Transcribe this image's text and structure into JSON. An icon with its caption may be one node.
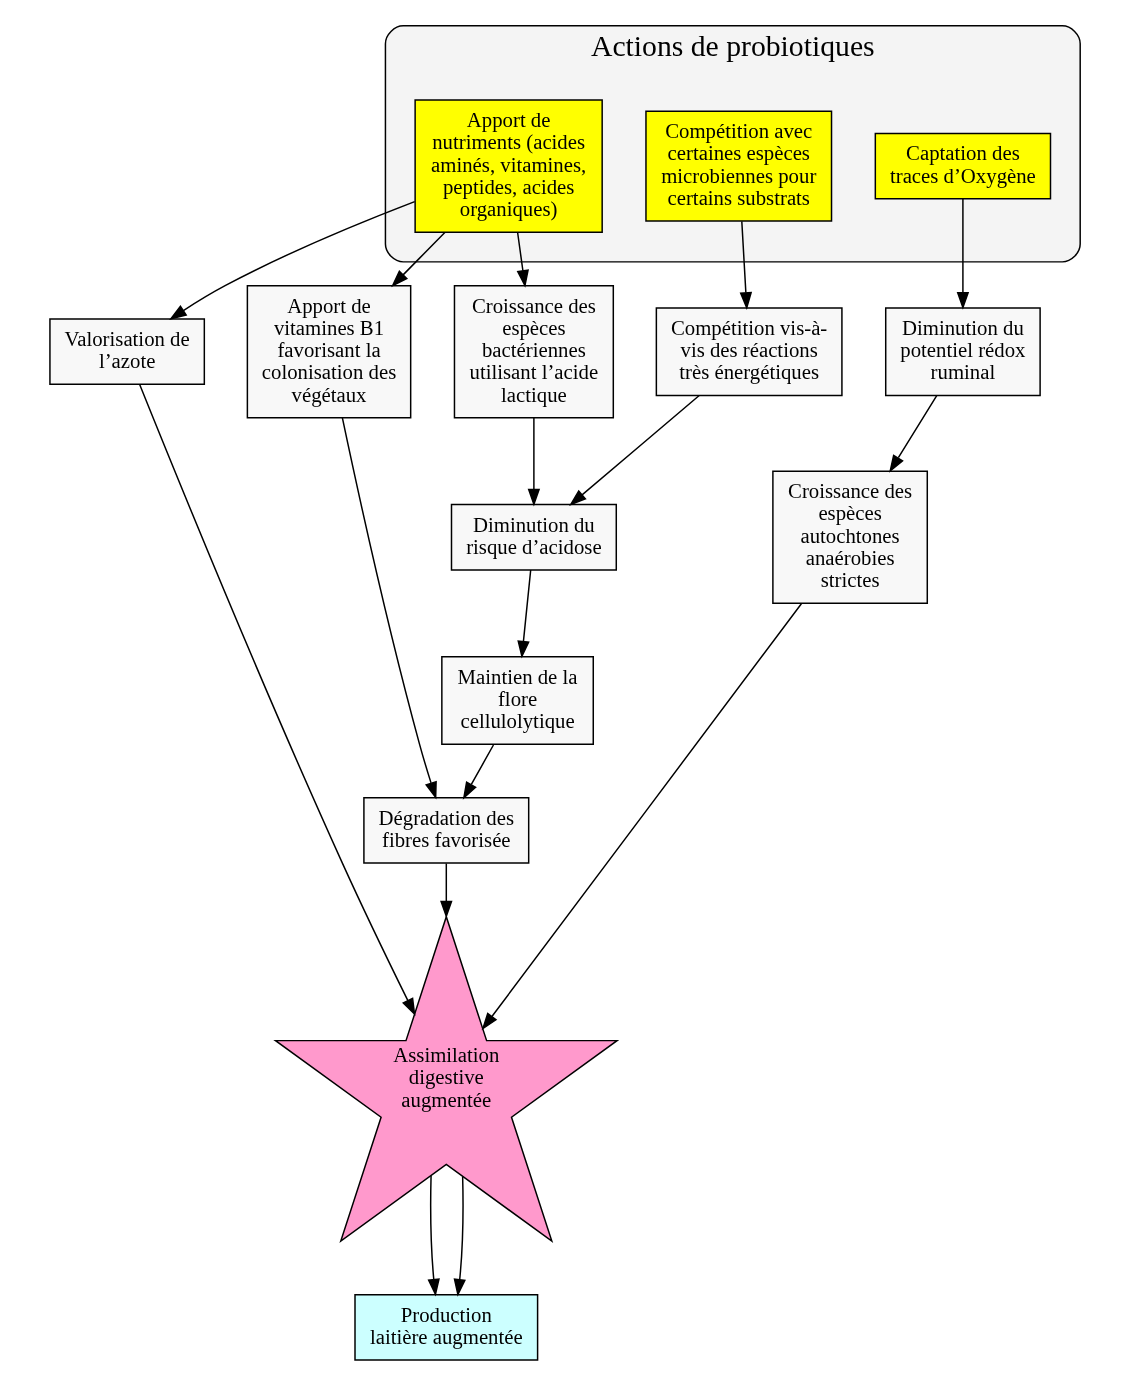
{
  "diagram": {
    "nodes": [
      {
        "text": [
          "Actions de probiotiques"
        ]
      },
      {
        "text": [
          "Compétition avec certaines espèces microbiennes pour certains substrats"
        ],
        "in": 0
      },
      {
        "text": [
          "Apport de nutriments (acides aminés, vitamines, peptides, acides organiques)"
        ],
        "in": 0
      },
      {
        "text": [
          "Captation des traces d’Oxygène"
        ],
        "in": 0
      },
      {
        "text": [
          "Compétition vis-à-vis des réactions très énergétiques"
        ]
      },
      {
        "text": [
          "Croissance des espèces bactériennes utilisant l’acide lactique"
        ]
      },
      {
        "text": [
          "Valorisation de l’azote"
        ]
      },
      {
        "text": [
          "Diminution du potentiel rédox ruminal"
        ]
      },
      {
        "text": [
          "Apport de vitamines B1 favorisant la colonisation des végétaux"
        ]
      },
      {
        "text": [
          "Diminution du risque d’acidose"
        ]
      },
      {
        "text": [
          "Croissance des espèces autochtones anaérobies strictes"
        ]
      },
      {
        "text": [
          "Dégradation des fibres favorisée"
        ]
      },
      {
        "text": [
          "Maintien de la flore cellulolytique"
        ]
      },
      {
        "text": [
          "Assimilation digestive augmentée"
        ]
      },
      {
        "text": [
          "Production laitière augmentée"
        ]
      }
    ],
    "edges": [
      {
        "from": 1,
        "to": 4,
        "arrow": "to"
      },
      {
        "from": 2,
        "to": 5,
        "arrow": "to"
      },
      {
        "from": 2,
        "to": 8,
        "arrow": "to"
      },
      {
        "from": 2,
        "to": 6,
        "arrow": "to"
      },
      {
        "from": 3,
        "to": 7,
        "arrow": "to"
      },
      {
        "from": 4,
        "to": 9,
        "arrow": "to"
      },
      {
        "from": 5,
        "to": 9,
        "arrow": "to"
      },
      {
        "from": 8,
        "to": 11,
        "arrow": "to"
      },
      {
        "from": 6,
        "to": 13,
        "arrow": "to"
      },
      {
        "from": 7,
        "to": 10,
        "arrow": "to"
      },
      {
        "from": 9,
        "to": 12,
        "arrow": "to"
      },
      {
        "from": 12,
        "to": 11,
        "arrow": "to"
      },
      {
        "from": 11,
        "to": 13,
        "arrow": "to"
      },
      {
        "from": 10,
        "to": 13,
        "arrow": "to"
      },
      {
        "from": 13,
        "to": 14,
        "arrow": "to"
      },
      {
        "from": 13,
        "to": 14,
        "arrow": "to"
      }
    ]
  }
}
